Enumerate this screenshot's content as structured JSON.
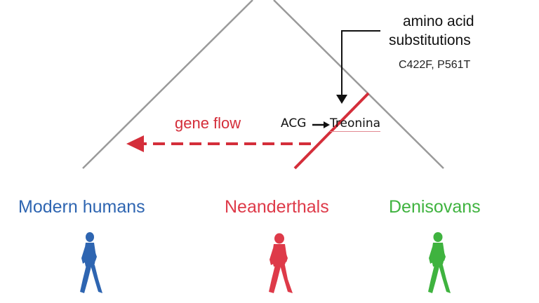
{
  "annotation": {
    "line1": "amino acid",
    "line2": "substitutions",
    "line3": "C422F, P561T"
  },
  "gene_flow_label": "gene flow",
  "codon": "ACG",
  "amino_acid": "Treonina",
  "groups": [
    {
      "name": "Modern humans",
      "color": "#2e65b1",
      "icon": "walking-human-icon"
    },
    {
      "name": "Neanderthals",
      "color": "#de3a49",
      "icon": "walking-human-icon"
    },
    {
      "name": "Denisovans",
      "color": "#3fb33f",
      "icon": "walking-human-icon"
    }
  ],
  "colors": {
    "tree": "#9a9a9a",
    "highlight": "#d42e3a",
    "text": "#111111"
  }
}
